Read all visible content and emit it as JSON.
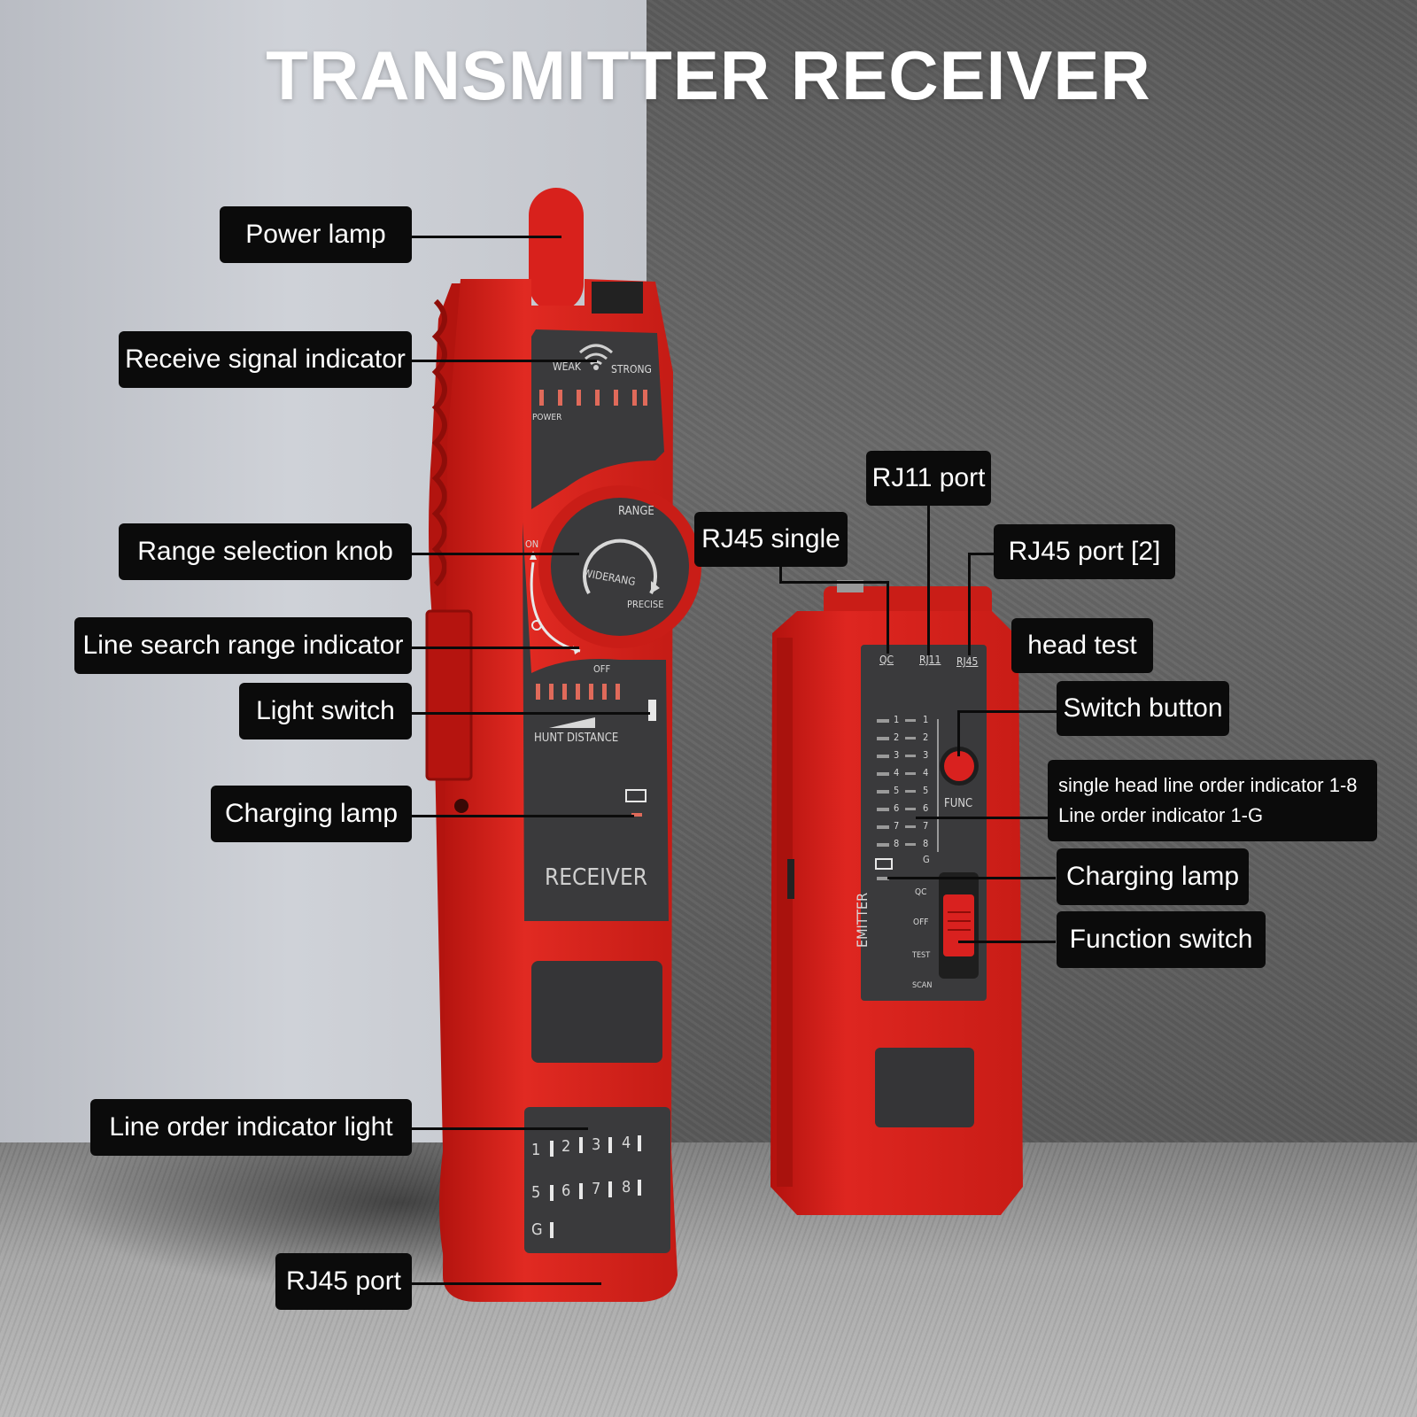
{
  "headline": "TRANSMITTER RECEIVER",
  "callouts": {
    "power_lamp": "Power lamp",
    "receive_signal_indicator": "Receive signal indicator",
    "range_selection_knob": "Range selection knob",
    "line_search_range_indicator": "Line search range indicator",
    "light_switch": "Light switch",
    "charging_lamp_receiver": "Charging lamp",
    "line_order_indicator_light": "Line order indicator light",
    "rj45_port": "RJ45 port",
    "rj11_port": "RJ11 port",
    "rj45_single": "RJ45 single",
    "rj45_port_2": "RJ45 port [2]",
    "head_test": "head test",
    "switch_button": "Switch button",
    "single_head_line_order_indicator": "single head line order  indicator 1-8",
    "line_order_indicator_1g": "Line order indicator 1-G",
    "charging_lamp_emitter": "Charging lamp",
    "function_switch": "Function switch"
  },
  "receiver": {
    "weak": "WEAK",
    "strong": "STRONG",
    "power": "POWER",
    "range": "RANGE",
    "widerang": "WIDERANG",
    "precise": "PRECISE",
    "on": "ON",
    "off": "OFF",
    "hunt_distance": "HUNT DISTANCE",
    "name": "RECEIVER",
    "line_numbers": [
      "1",
      "2",
      "3",
      "4",
      "5",
      "6",
      "7",
      "8",
      "G"
    ]
  },
  "emitter": {
    "port_qc": "QC",
    "port_rj11": "RJ11",
    "port_rj45": "RJ45",
    "func": "FUNC",
    "name": "EMITTER",
    "left_numbers": [
      "1",
      "2",
      "3",
      "4",
      "5",
      "6",
      "7",
      "8"
    ],
    "right_numbers": [
      "1",
      "2",
      "3",
      "4",
      "5",
      "6",
      "7",
      "8",
      "G"
    ],
    "modes": [
      "QC",
      "OFF",
      "TEST",
      "SCAN"
    ]
  },
  "colors": {
    "device_red": "#d9211f",
    "panel_dark": "#3a3a3c",
    "callout_bg": "#0b0b0b"
  }
}
